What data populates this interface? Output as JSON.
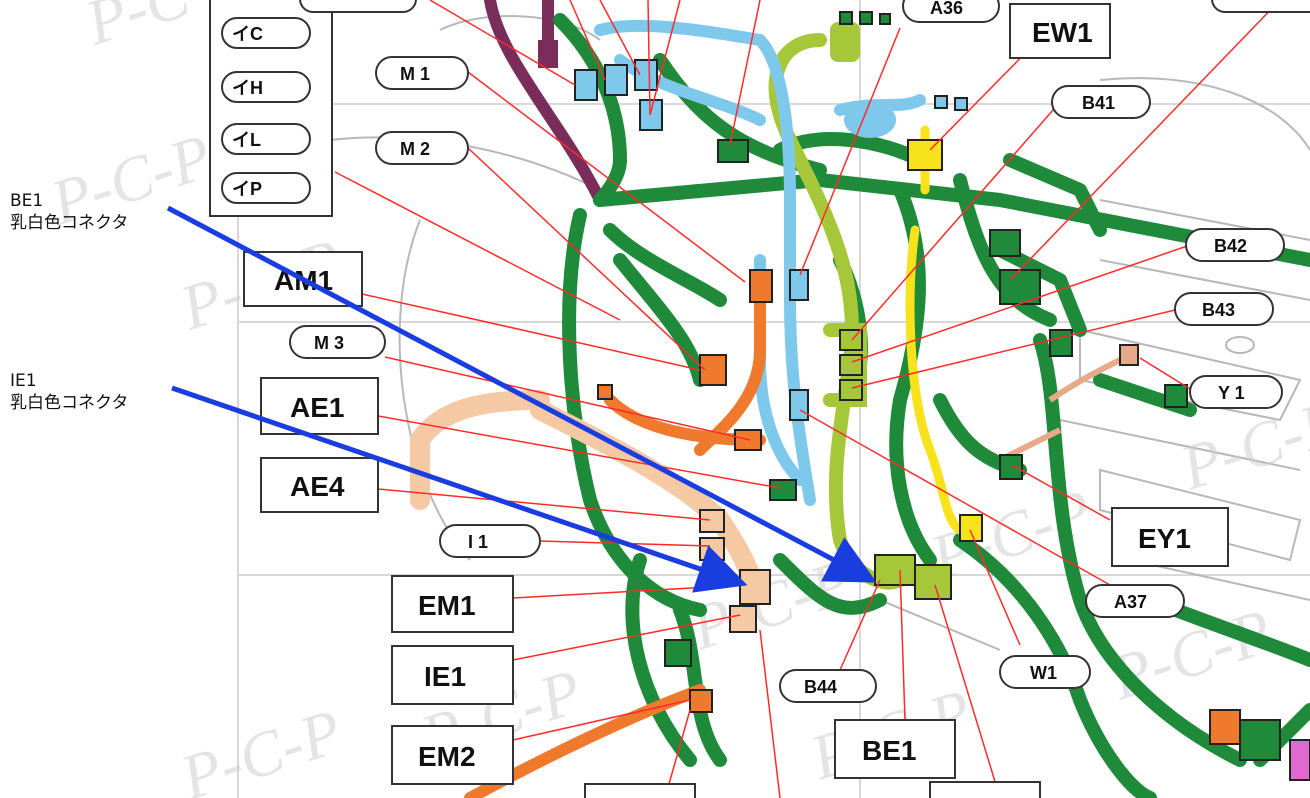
{
  "colors": {
    "harness_green": "#1f8a3a",
    "harness_blue": "#7ec8ec",
    "harness_orange": "#ef7a2e",
    "harness_lime": "#a6c73a",
    "harness_yellow": "#f7e21b",
    "harness_beige": "#f4c9a4",
    "harness_purple": "#7a2d5a",
    "leader_red": "#ff2a2a",
    "arrow_blue": "#1a3de0"
  },
  "legend_pills": [
    {
      "id": "c",
      "label": "イC"
    },
    {
      "id": "h",
      "label": "イH"
    },
    {
      "id": "l",
      "label": "イL"
    },
    {
      "id": "p",
      "label": "イP"
    }
  ],
  "box_labels": {
    "ew1": "EW1",
    "am1": "AM1",
    "ae1": "AE1",
    "ae4": "AE4",
    "em1": "EM1",
    "ie1": "IE1",
    "em2": "EM2",
    "ey1": "EY1",
    "be1": "BE1"
  },
  "pill_labels": {
    "a36": "A36",
    "m1": "M 1",
    "m2": "M 2",
    "b41": "B41",
    "m3": "M 3",
    "b42": "B42",
    "b43": "B43",
    "y1": "Y 1",
    "i1": "I 1",
    "a37": "A37",
    "w1": "W1",
    "b44": "B44"
  },
  "annotations": {
    "be1": {
      "line1": "BE1",
      "line2": "乳白色コネクタ"
    },
    "ie1": {
      "line1": "IE1",
      "line2": "乳白色コネクタ"
    }
  },
  "watermark": "P-C-P"
}
